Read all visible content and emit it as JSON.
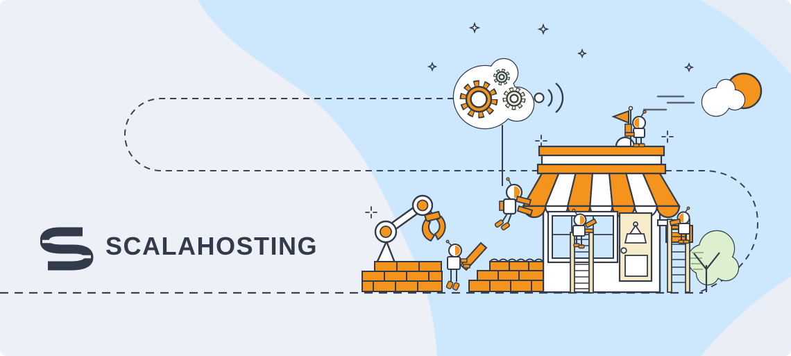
{
  "brand": {
    "name": "SCALAHOSTING"
  },
  "palette": {
    "background_gray": "#edf0f7",
    "sky_blue": "#cde8fc",
    "corner_shade": "#e4ecf6",
    "accent_orange": "#f5941d",
    "outline_dark": "#333b49",
    "cream_yellow": "#f7ecca",
    "ladder_tan": "#f1e2b6",
    "leaf_green": "#dcefcf",
    "gear_green": "#d4e9c5",
    "logo_color": "#333b4a",
    "white": "#ffffff"
  },
  "illustration": {
    "icons": [
      "scalahosting-logo-mark",
      "gear-cloud-icon",
      "sun-icon",
      "cloud-icon",
      "sparkle-icon",
      "plus-sparkle-icon",
      "signal-waves-icon",
      "storefront-icon",
      "awning-icon",
      "flag-icon",
      "robot-icon",
      "robotic-arm-icon",
      "brick-wall-icon",
      "ladder-icon",
      "tree-icon",
      "plank-icon",
      "door-sign-icon",
      "dashed-route-path"
    ]
  }
}
